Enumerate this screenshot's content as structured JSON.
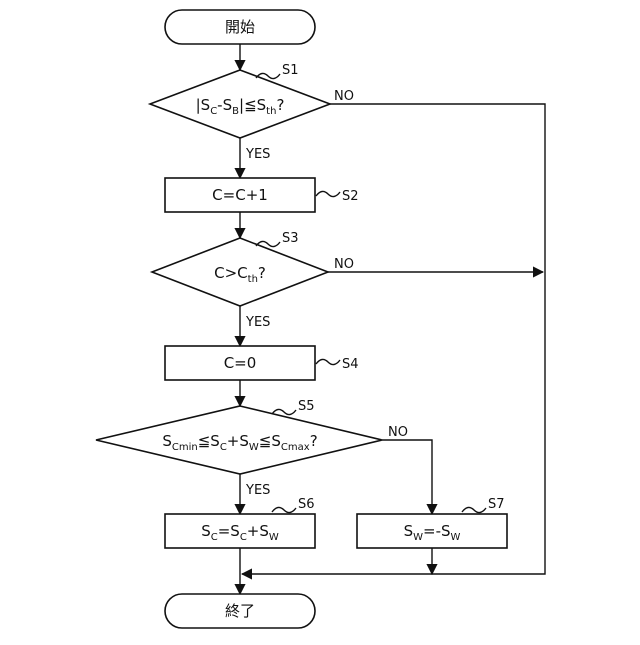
{
  "start": "開始",
  "end": "終了",
  "yes": "YES",
  "no": "NO",
  "steps": {
    "s1": "S1",
    "s2": "S2",
    "s3": "S3",
    "s4": "S4",
    "s5": "S5",
    "s6": "S6",
    "s7": "S7"
  },
  "process": {
    "s2": "C=C+1",
    "s4": "C=0"
  },
  "sym": {
    "S": "S",
    "C": "C",
    "B": "B",
    "W": "W",
    "th": "th",
    "Cmin": "Cmin",
    "Cmax": "Cmax",
    "bar": "|",
    "minus": "-",
    "le": "≦",
    "plus": "+",
    "eq": "=",
    "eqneg": "=-",
    "gt": ">",
    "q": "?"
  }
}
